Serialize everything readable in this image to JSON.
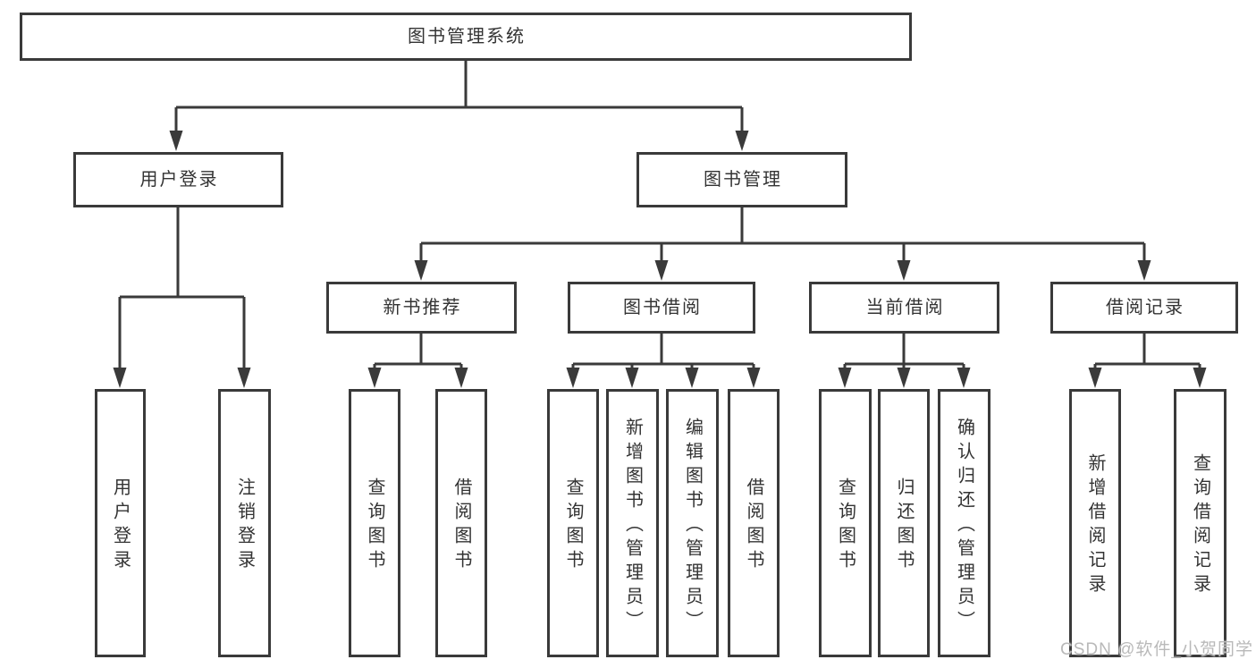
{
  "diagram_title": "图书管理系统",
  "tree": {
    "root": "图书管理系统",
    "children": [
      {
        "label": "用户登录",
        "children": [
          "用户登录",
          "注销登录"
        ]
      },
      {
        "label": "图书管理",
        "children": [
          {
            "label": "新书推荐",
            "children": [
              "查询图书",
              "借阅图书"
            ]
          },
          {
            "label": "图书借阅",
            "children": [
              "查询图书",
              "新增图书（管理员）",
              "编辑图书（管理员）",
              "借阅图书"
            ]
          },
          {
            "label": "当前借阅",
            "children": [
              "查询图书",
              "归还图书",
              "确认归还（管理员）"
            ]
          },
          {
            "label": "借阅记录",
            "children": [
              "新增借阅记录",
              "查询借阅记录"
            ]
          }
        ]
      }
    ]
  },
  "watermark": "CSDN @软件_小贺同学",
  "colors": {
    "line": "#3a3a3a",
    "box_border": "#3a3a3a",
    "text": "#333333",
    "background": "#ffffff",
    "watermark": "#b9b9b9"
  }
}
